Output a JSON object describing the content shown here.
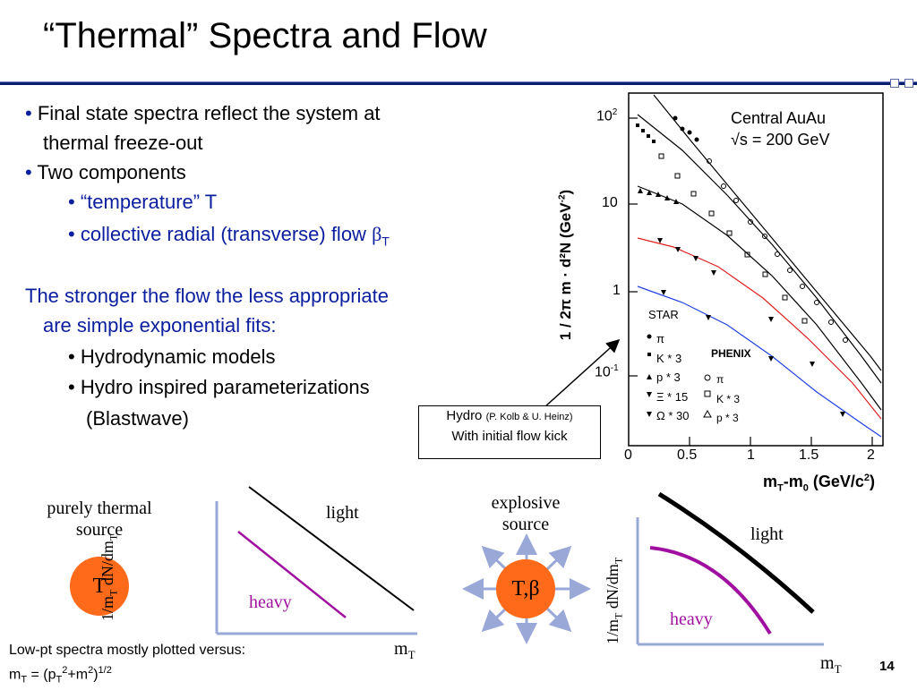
{
  "slide": {
    "title": "“Thermal” Spectra and Flow",
    "page_number": "14"
  },
  "bullets": {
    "b1_line1": "Final state spectra reflect the system at",
    "b1_line2": "thermal freeze-out",
    "b2": "Two components",
    "sub1": "“temperature” T",
    "sub2_prefix": "collective radial (transverse) flow ",
    "sub2_symbol": "β",
    "sub2_sub": "T"
  },
  "paragraph": {
    "line1": "The stronger the flow the less appropriate",
    "line2": "are simple exponential fits:",
    "sub1": "Hydrodynamic models",
    "sub2": "Hydro inspired parameterizations",
    "sub2_cont": "(Blastwave)"
  },
  "hydro_box": {
    "line1_main": "Hydro",
    "line1_small": "(P. Kolb & U. Heinz)",
    "line2": "With initial flow kick"
  },
  "spectra_plot": {
    "annotation_line1": "Central AuAu",
    "annotation_line2": "√s = 200 GeV",
    "x_ticks": [
      "0",
      "0.5",
      "1",
      "1.5",
      "2"
    ],
    "y_tick_1": "1",
    "y_tick_10": "10",
    "y_tick_100_base": "10",
    "y_tick_100_exp": "2",
    "y_tick_01_base": "10",
    "y_tick_01_exp": "-1",
    "xlabel_main": "m",
    "xlabel_sub": "T",
    "xlabel_mid": "-m",
    "xlabel_sub0": "0",
    "xlabel_unit": " (GeV/c",
    "xlabel_unit_exp": "2",
    "xlabel_close": ")",
    "ylabel_num": "d²N",
    "ylabel_den": "2π m",
    "ylabel_unit": "(GeV",
    "ylabel_unit_exp": "-2",
    "ylabel_close": ")",
    "legend_star_title": "STAR",
    "legend_star": [
      "π",
      "K * 3",
      "p * 3",
      "Ξ * 15",
      "Ω * 30"
    ],
    "legend_phenix_title": "PHENIX",
    "legend_phenix": [
      "π",
      "K * 3",
      "p * 3"
    ]
  },
  "sketch_left": {
    "source_label_line1": "purely thermal",
    "source_label_line2": "source",
    "circle_label": "T",
    "ylabel": "1/m",
    "ylabel_sub": "T",
    "ylabel_rest": " dN/dm",
    "ylabel_sub2": "T",
    "xlabel": "m",
    "xlabel_sub": "T",
    "light": "light",
    "heavy": "heavy"
  },
  "sketch_right": {
    "source_label_line1": "explosive",
    "source_label_line2": "source",
    "circle_label": "T,β",
    "ylabel": "1/m",
    "ylabel_sub": "T",
    "ylabel_rest": " dN/dm",
    "ylabel_sub2": "T",
    "xlabel": "m",
    "xlabel_sub": "T",
    "light": "light",
    "heavy": "heavy"
  },
  "footnote": {
    "line1": "Low-pt spectra mostly plotted versus:",
    "line2_prefix": "m",
    "line2_sub": "T",
    "line2_mid": " = (p",
    "line2_sub2": "T",
    "line2_sup": "2",
    "line2_rest": "+m",
    "line2_sup2": "2",
    "line2_close": ")",
    "line2_exp": "1/2"
  },
  "colors": {
    "accent_blue": "#0a1e9e",
    "heavy_purple": "#a010a0",
    "source_orange": "#ff6a1a",
    "arrow_gray": "#9aa8d8",
    "red_curve": "#e02020",
    "blue_curve": "#2040e0"
  }
}
